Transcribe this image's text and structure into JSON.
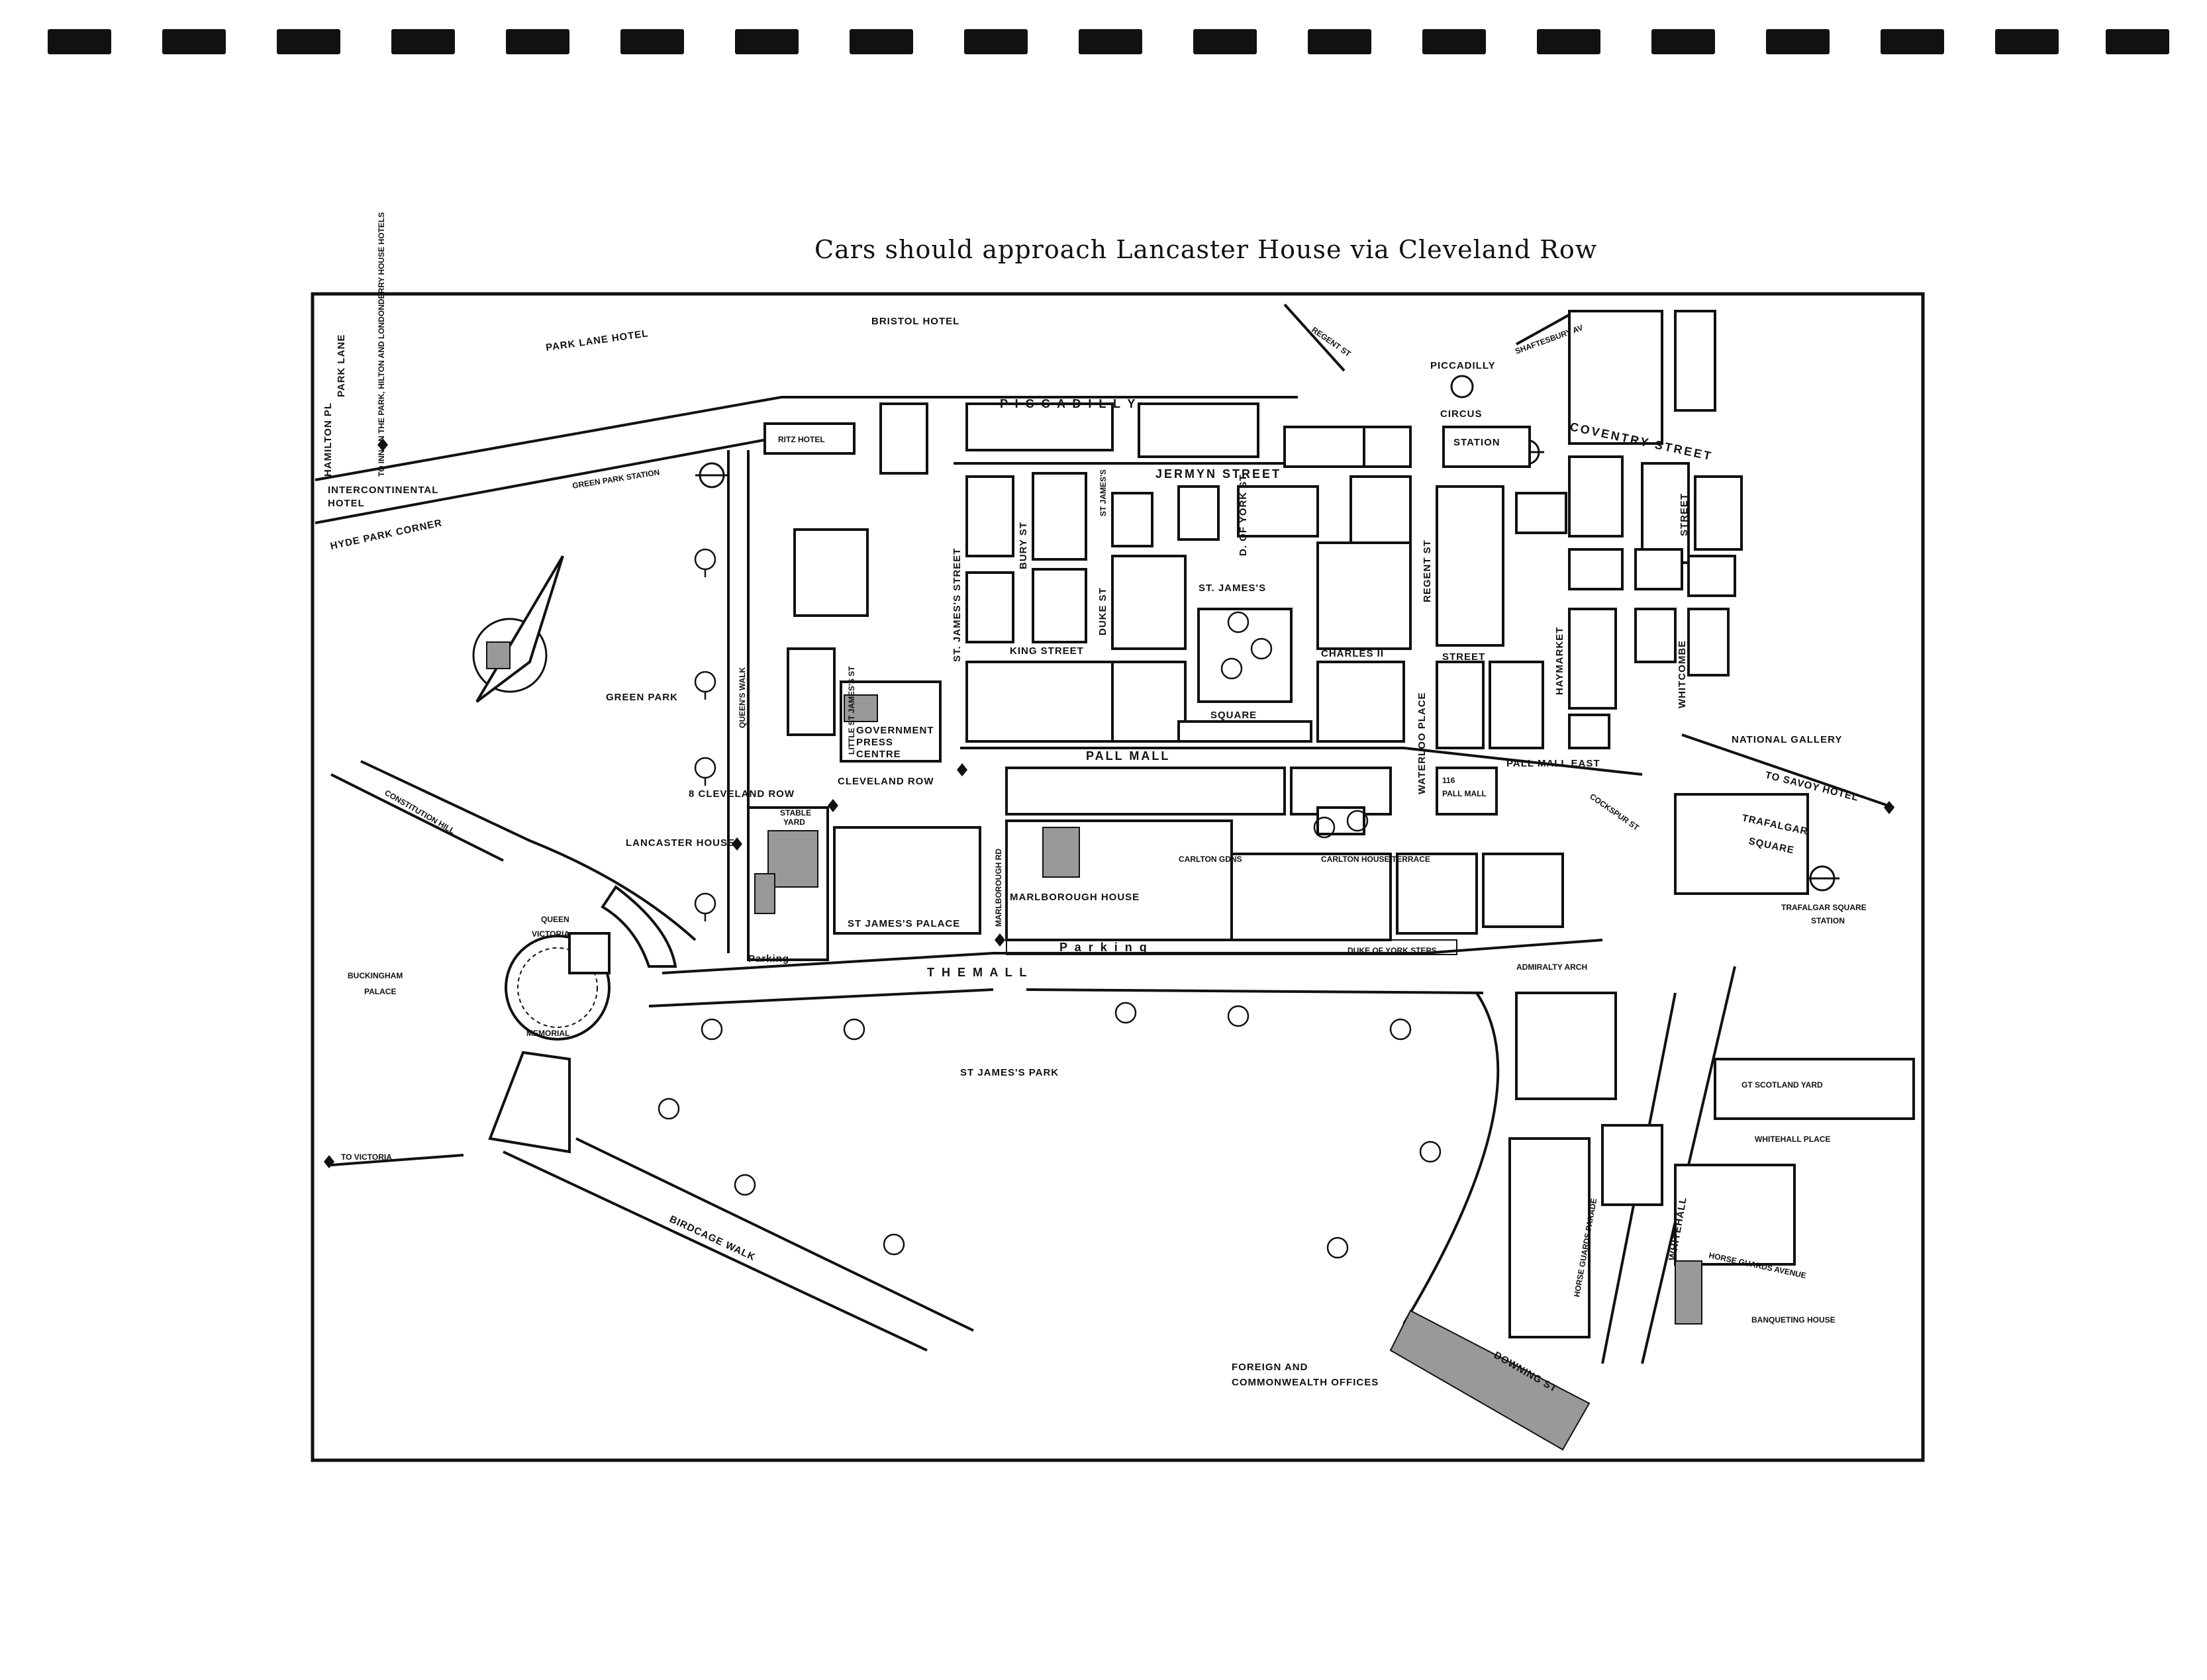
{
  "title": "Cars should approach Lancaster House via Cleveland Row",
  "labels": {
    "bristol_hotel": "BRISTOL HOTEL",
    "park_lane_hotel": "PARK LANE HOTEL",
    "hamilton_pl": "HAMILTON PL",
    "park_lane": "PARK LANE",
    "hotels_list": "TO INN ON THE PARK, HILTON AND LONDONDERRY HOUSE HOTELS",
    "intercontinental": "INTERCONTINENTAL",
    "hotel": "HOTEL",
    "hyde_park_corner": "HYDE PARK CORNER",
    "green_park_station": "GREEN PARK STATION",
    "ritz_hotel": "RITZ HOTEL",
    "piccadilly": "P I C C A D I L L Y",
    "regent_st_top": "REGENT ST",
    "shaftesbury_av": "SHAFTESBURY AV",
    "piccadilly_circus_1": "PICCADILLY",
    "piccadilly_circus_2": "CIRCUS",
    "station": "STATION",
    "coventry_street": "COVENTRY STREET",
    "jermyn_street": "JERMYN STREET",
    "st_jamess_street": "ST. JAMES'S STREET",
    "bury_st": "BURY ST",
    "duke_st": "DUKE ST",
    "st_jamess_short": "ST JAMES'S",
    "duke_of_york_st": "D. OF YORK ST.",
    "st_jamess_square_1": "ST. JAMES'S",
    "square": "SQUARE",
    "regent_st": "REGENT ST",
    "haymarket": "HAYMARKET",
    "street": "STREET",
    "whitcombe": "WHITCOMBE",
    "king_street": "KING STREET",
    "charles_ii": "CHARLES II",
    "street_2": "STREET",
    "national_gallery": "NATIONAL GALLERY",
    "green_park": "GREEN PARK",
    "queens_walk": "QUEEN'S WALK",
    "little_st_jamess_st": "LITTLE ST JAMES'S ST",
    "government_press_centre_1": "GOVERNMENT",
    "government_press_centre_2": "PRESS",
    "government_press_centre_3": "CENTRE",
    "pall_mall": "PALL      MALL",
    "pall_mall_east": "PALL MALL EAST",
    "waterloo_place": "WATERLOO PLACE",
    "to_savoy_hotel": "TO SAVOY HOTEL",
    "eight_cleveland_row": "8 CLEVELAND ROW",
    "cleveland_row": "CLEVELAND ROW",
    "stable_yard_1": "STABLE",
    "stable_yard_2": "YARD",
    "pall_mall_116_1": "116",
    "pall_mall_116_2": "PALL MALL",
    "cockspur_st": "COCKSPUR ST",
    "trafalgar_square_1": "TRAFALGAR",
    "trafalgar_square_2": "SQUARE",
    "constitution_hill": "CONSTITUTION HILL",
    "lancaster_house": "LANCASTER HOUSE",
    "marlborough_rd": "MARLBOROUGH RD",
    "marlborough_house": "MARLBOROUGH HOUSE",
    "carlton_gdns": "CARLTON GDNS",
    "carlton_house_terrace": "CARLTON HOUSE TERRACE",
    "st_jamess_palace": "ST JAMES'S PALACE",
    "trafalgar_square_station_1": "TRAFALGAR SQUARE",
    "trafalgar_square_station_2": "STATION",
    "queen_victoria_1": "QUEEN",
    "queen_victoria_2": "VICTORIA",
    "memorial": "MEMORIAL",
    "buckingham_palace_1": "BUCKINGHAM",
    "buckingham_palace_2": "PALACE",
    "parking_1": "Parking",
    "parking_2": "P  a  r  k  i  n  g",
    "duke_of_york_steps": "DUKE OF YORK STEPS",
    "admiralty_arch": "ADMIRALTY ARCH",
    "the_mall": "T  H  E          M  A  L  L",
    "st_jamess_park": "ST JAMES'S PARK",
    "gt_scotland_yard": "GT SCOTLAND YARD",
    "whitehall_place": "WHITEHALL PLACE",
    "to_victoria": "TO VICTORIA",
    "whitehall": "WHITEHALL",
    "horse_guards_parade": "HORSE GUARDS PARADE",
    "horse_guards_avenue": "HORSE GUARDS AVENUE",
    "banqueting_house": "BANQUETING HOUSE",
    "birdcage_walk": "BIRDCAGE WALK",
    "downing_st": "DOWNING ST",
    "foreign_offices_1": "FOREIGN  AND",
    "foreign_offices_2": "COMMONWEALTH  OFFICES"
  }
}
